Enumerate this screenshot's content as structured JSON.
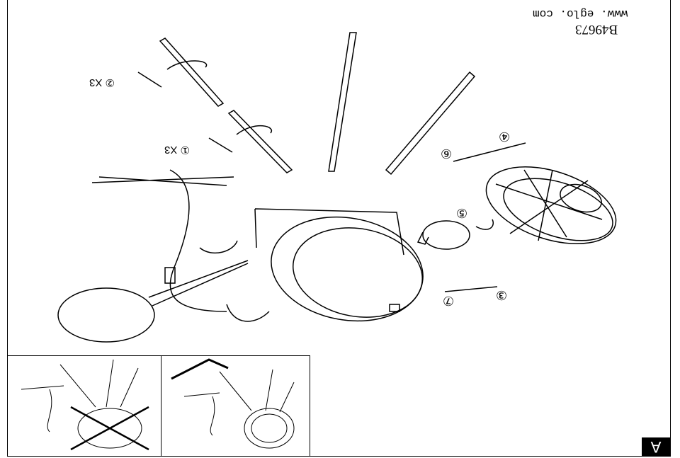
{
  "header": {
    "model_code": "B49673",
    "website": "www. eglo. com"
  },
  "parts": [
    {
      "number": "①",
      "qty": "X3"
    },
    {
      "number": "②",
      "qty": "X3"
    }
  ],
  "steps": [
    "③",
    "④",
    "⑤",
    "⑥",
    "⑦"
  ],
  "page_marker": "A"
}
